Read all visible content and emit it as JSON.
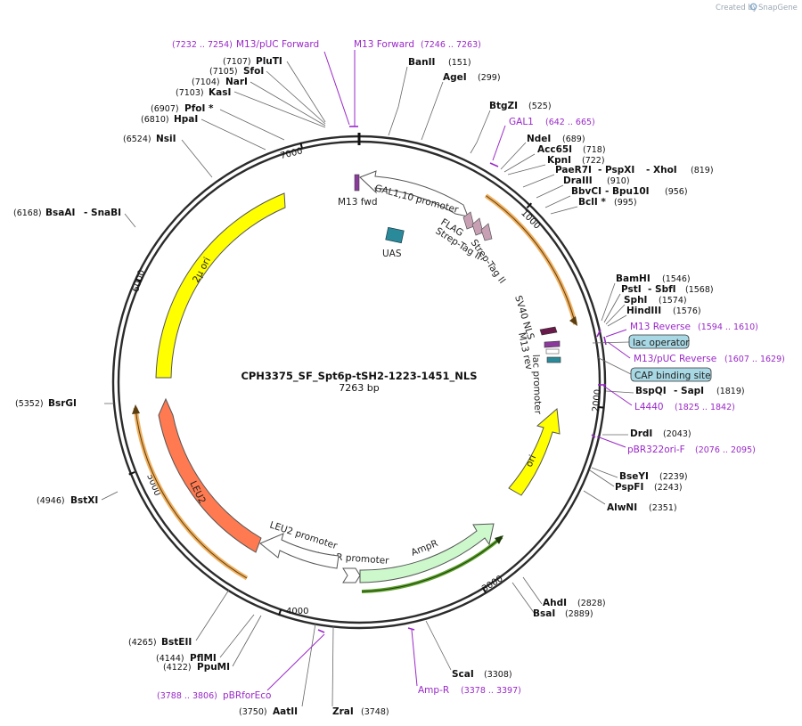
{
  "credit": {
    "text": "Created by",
    "brand": "SnapGene"
  },
  "plasmid": {
    "name": "CPH3375_SF_Spt6p-tSH2-1223-1451_NLS",
    "length_label": "7263 bp"
  },
  "ticks": [
    "1000",
    "2000",
    "3000",
    "4000",
    "5000",
    "6000",
    "7000"
  ],
  "sites": [
    {
      "name": "BanII",
      "pos": "(151)"
    },
    {
      "name": "AgeI",
      "pos": "(299)"
    },
    {
      "name": "BtgZI",
      "pos": "(525)"
    },
    {
      "name": "NdeI",
      "pos": "(689)"
    },
    {
      "name": "Acc65I",
      "pos": "(718)"
    },
    {
      "name": "KpnI",
      "pos": "(722)"
    },
    {
      "name": "PaeR7I",
      "name2": "PspXI",
      "name3": "XhoI",
      "pos": "(819)"
    },
    {
      "name": "DraIII",
      "pos": "(910)"
    },
    {
      "name": "BbvCI",
      "name2": "Bpu10I",
      "pos": "(956)"
    },
    {
      "name": "BclI *",
      "pos": "(995)"
    },
    {
      "name": "BamHI",
      "pos": "(1546)"
    },
    {
      "name": "PstI",
      "name2": "SbfI",
      "pos": "(1568)"
    },
    {
      "name": "SphI",
      "pos": "(1574)"
    },
    {
      "name": "HindIII",
      "pos": "(1576)"
    },
    {
      "name": "BspQI",
      "name2": "SapI",
      "pos": "(1819)"
    },
    {
      "name": "DrdI",
      "pos": "(2043)"
    },
    {
      "name": "BseYI",
      "pos": "(2239)"
    },
    {
      "name": "PspFI",
      "pos": "(2243)"
    },
    {
      "name": "AlwNI",
      "pos": "(2351)"
    },
    {
      "name": "AhdI",
      "pos": "(2828)"
    },
    {
      "name": "BsaI",
      "pos": "(2889)"
    },
    {
      "name": "ScaI",
      "pos": "(3308)"
    },
    {
      "name": "ZraI",
      "pos": "(3748)"
    },
    {
      "name": "AatII",
      "pos": "(3750)"
    },
    {
      "name": "PpuMI",
      "pos": "(4122)"
    },
    {
      "name": "PflMI",
      "pos": "(4144)"
    },
    {
      "name": "BstEII",
      "pos": "(4265)"
    },
    {
      "name": "BstXI",
      "pos": "(4946)"
    },
    {
      "name": "BsrGI",
      "pos": "(5352)"
    },
    {
      "name": "BsaAI",
      "name2": "SnaBI",
      "pos": "(6168)"
    },
    {
      "name": "NsiI",
      "pos": "(6524)"
    },
    {
      "name": "HpaI",
      "pos": "(6810)"
    },
    {
      "name": "PfoI *",
      "pos": "(6907)"
    },
    {
      "name": "KasI",
      "pos": "(7103)"
    },
    {
      "name": "NarI",
      "pos": "(7104)"
    },
    {
      "name": "SfoI",
      "pos": "(7105)"
    },
    {
      "name": "PluTI",
      "pos": "(7107)"
    }
  ],
  "primers": [
    {
      "name": "M13/pUC Forward",
      "range": "(7232 .. 7254)"
    },
    {
      "name": "M13 Forward",
      "range": "(7246 .. 7263)"
    },
    {
      "name": "GAL1",
      "range": "(642 .. 665)"
    },
    {
      "name": "M13 Reverse",
      "range": "(1594 .. 1610)"
    },
    {
      "name": "M13/pUC Reverse",
      "range": "(1607 .. 1629)"
    },
    {
      "name": "L4440",
      "range": "(1825 .. 1842)"
    },
    {
      "name": "pBR322ori-F",
      "range": "(2076 .. 2095)"
    },
    {
      "name": "Amp-R",
      "range": "(3378 .. 3397)"
    },
    {
      "name": "pBRforEco",
      "range": "(3788 .. 3806)"
    }
  ],
  "boxed_features": [
    "lac operator",
    "CAP binding site"
  ],
  "features": {
    "m13fwd": "M13 fwd",
    "gal_promoter": "GAL1,10 promoter",
    "flag": "FLAG",
    "strep1": "Strep-Tag II",
    "strep2": "Strep-Tag II",
    "uas": "UAS",
    "sv40": "SV40 NLS",
    "m13rev": "M13 rev",
    "lacprom": "lac promoter",
    "ori": "ori",
    "ampr": "AmpR",
    "ampr_promoter": "AmpR promoter",
    "leu2_promoter": "LEU2 promoter",
    "leu2": "LEU2",
    "two_micron": "2μ ori"
  },
  "colors": {
    "backbone": "#2b2b2b",
    "ori": "#ffff00",
    "ampr": "#ccf8cc",
    "leu2": "#ff7a50",
    "orange_highlight": "#f0b060",
    "green_highlight": "#5aa02a",
    "primer": "#9a28c8",
    "boxed_fill": "#a8d8e4",
    "uas": "#2a8a9a",
    "tag": "#c8a0b4",
    "nls": "#6a1a4a"
  }
}
